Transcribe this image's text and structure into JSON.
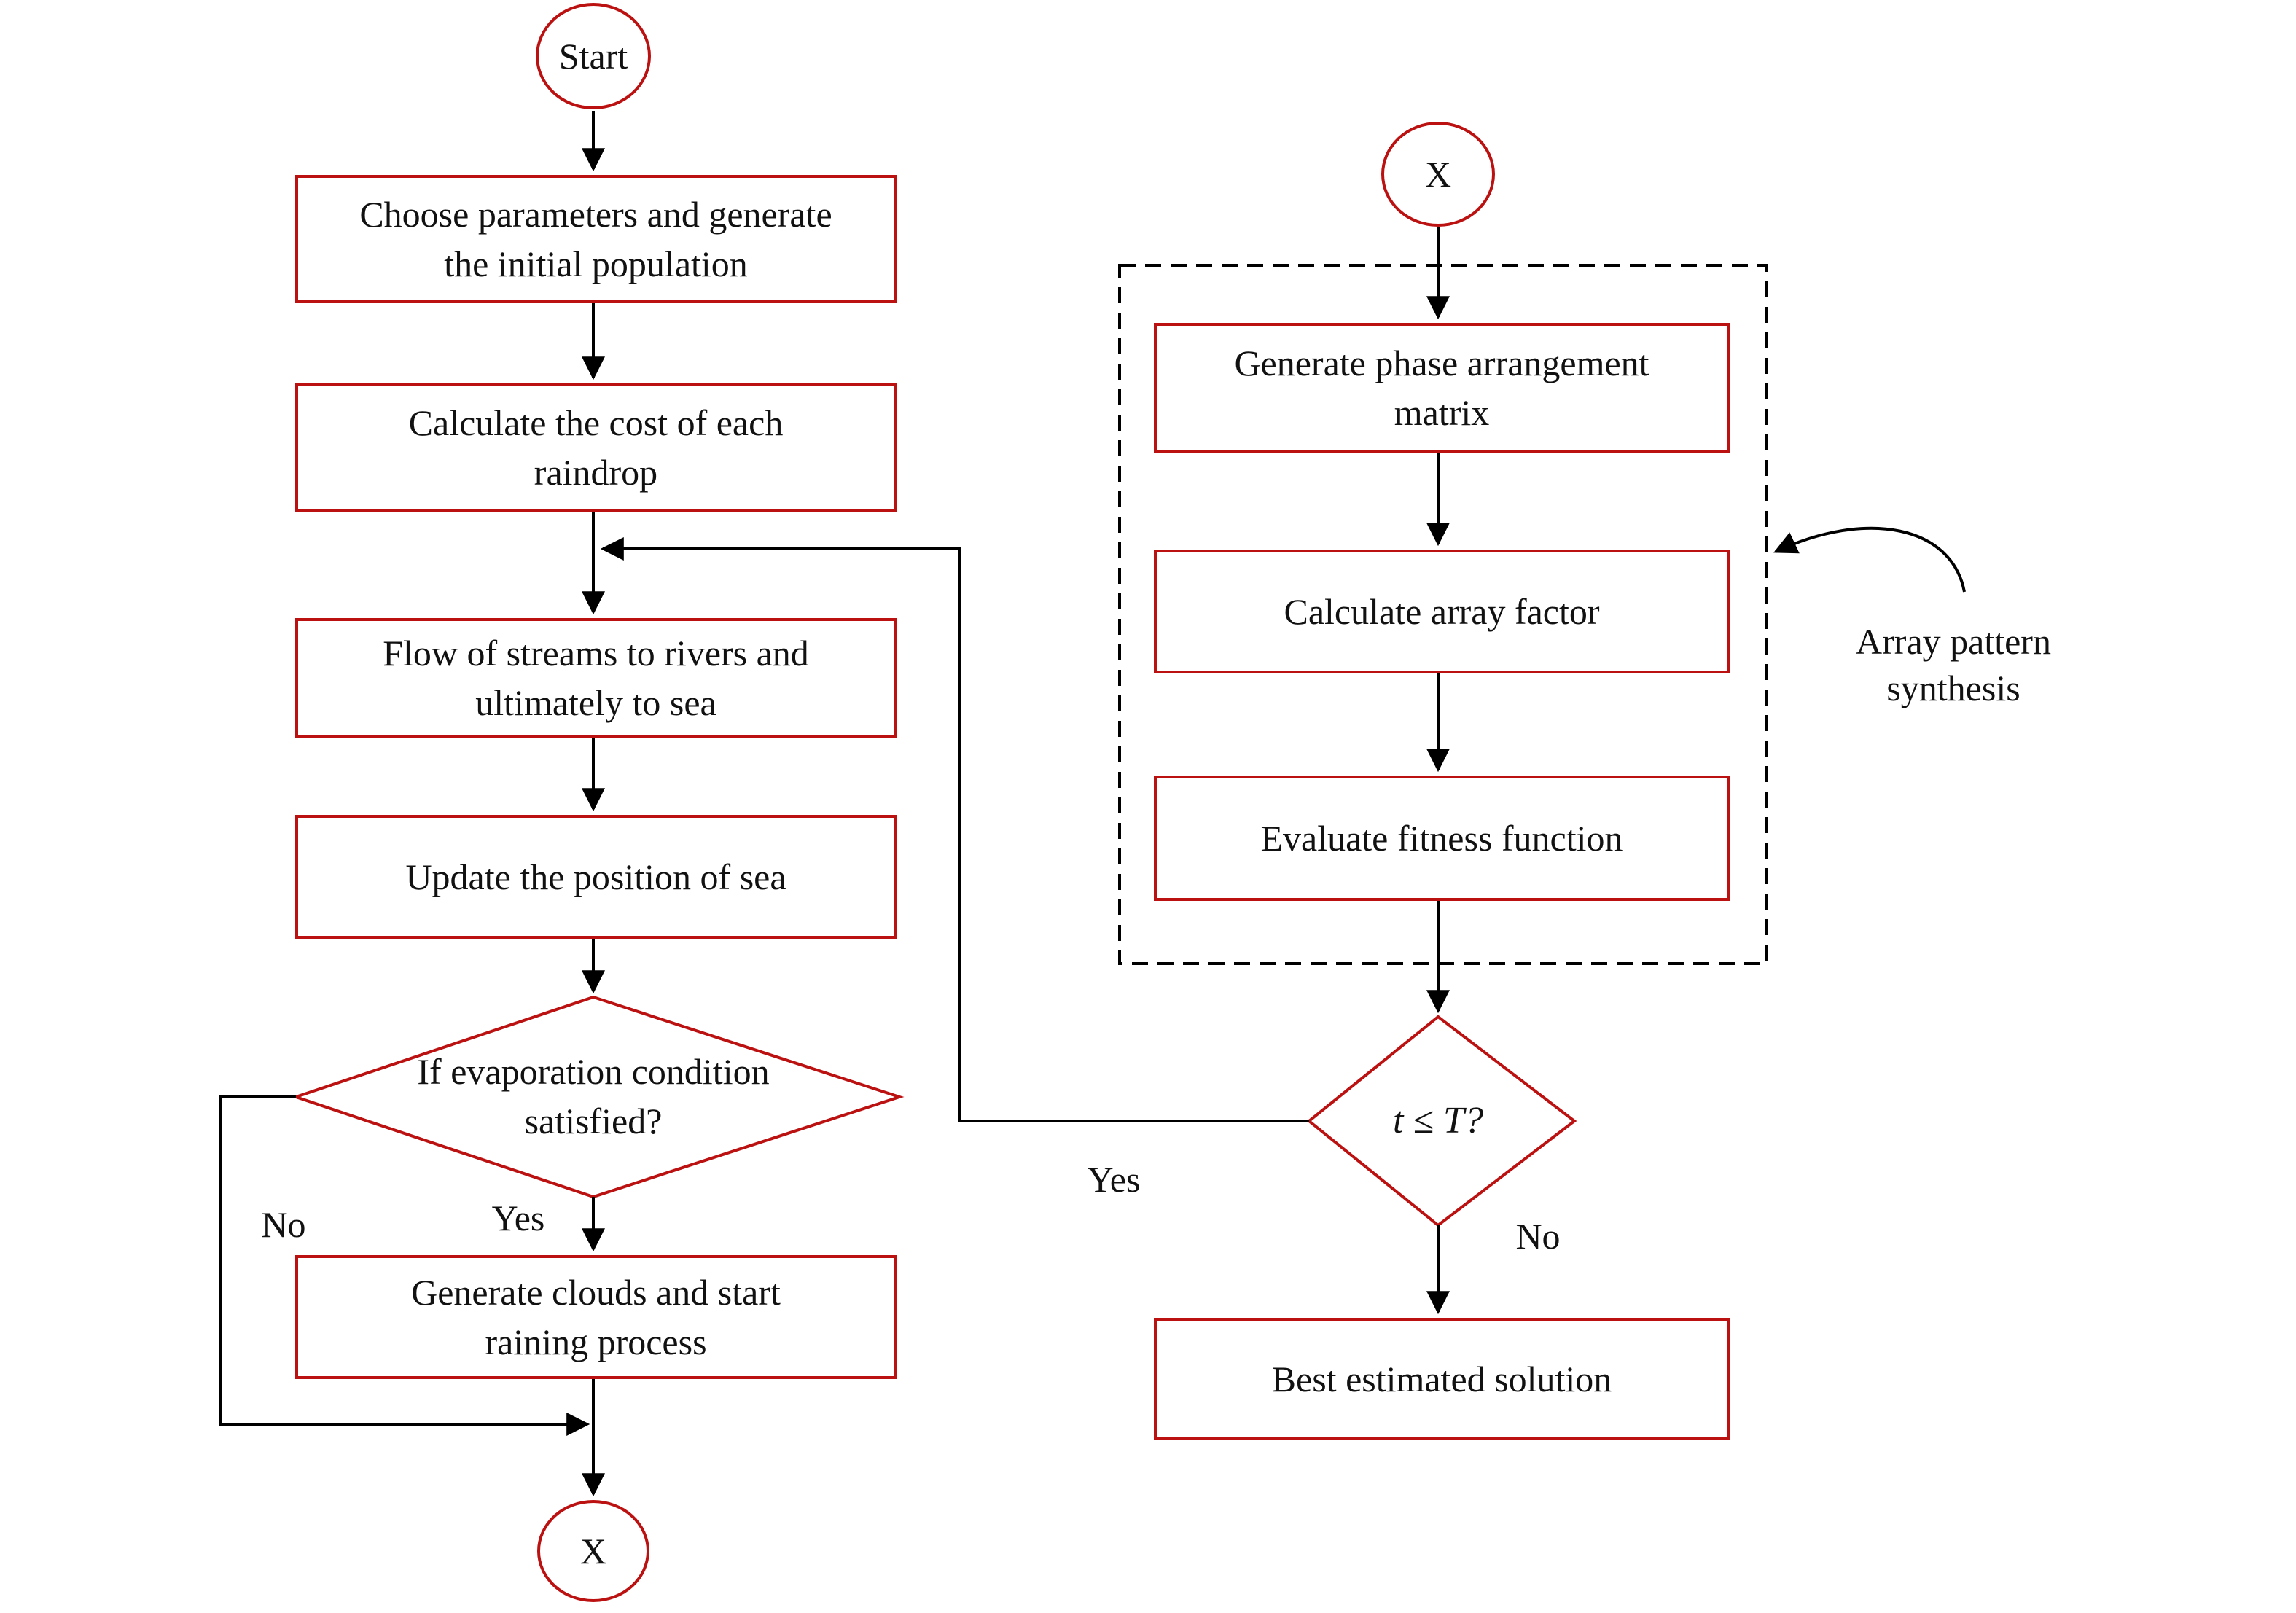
{
  "diagram": {
    "type": "flowchart",
    "colors": {
      "node_border": "#bb1111",
      "connector": "#000000",
      "text": "#111111",
      "background": "#ffffff"
    },
    "left": {
      "start_label": "Start",
      "boxes": [
        {
          "id": "choose-parameters",
          "lines": [
            "Choose parameters and generate",
            "the initial population"
          ]
        },
        {
          "id": "calculate-cost",
          "lines": [
            "Calculate the cost of each",
            "raindrop"
          ]
        },
        {
          "id": "flow-streams",
          "lines": [
            "Flow of streams to rivers and",
            "ultimately to sea"
          ]
        },
        {
          "id": "update-sea",
          "lines": [
            "Update the position of sea"
          ]
        },
        {
          "id": "generate-clouds",
          "lines": [
            "Generate clouds and start",
            "raining process"
          ]
        }
      ],
      "decision": {
        "lines": [
          "If evaporation condition",
          "satisfied?"
        ]
      },
      "yes_label": "Yes",
      "no_label": "No",
      "end_connector_label": "X"
    },
    "right": {
      "start_connector_label": "X",
      "boxes": [
        {
          "id": "phase-matrix",
          "lines": [
            "Generate phase arrangement",
            "matrix"
          ]
        },
        {
          "id": "array-factor",
          "lines": [
            "Calculate array factor"
          ]
        },
        {
          "id": "fitness",
          "lines": [
            "Evaluate fitness function"
          ]
        },
        {
          "id": "best-solution",
          "lines": [
            "Best estimated solution"
          ]
        }
      ],
      "decision": {
        "label": "t ≤ T?"
      },
      "yes_label": "Yes",
      "no_label": "No",
      "annotation": {
        "lines": [
          "Array pattern",
          "synthesis"
        ]
      }
    }
  }
}
